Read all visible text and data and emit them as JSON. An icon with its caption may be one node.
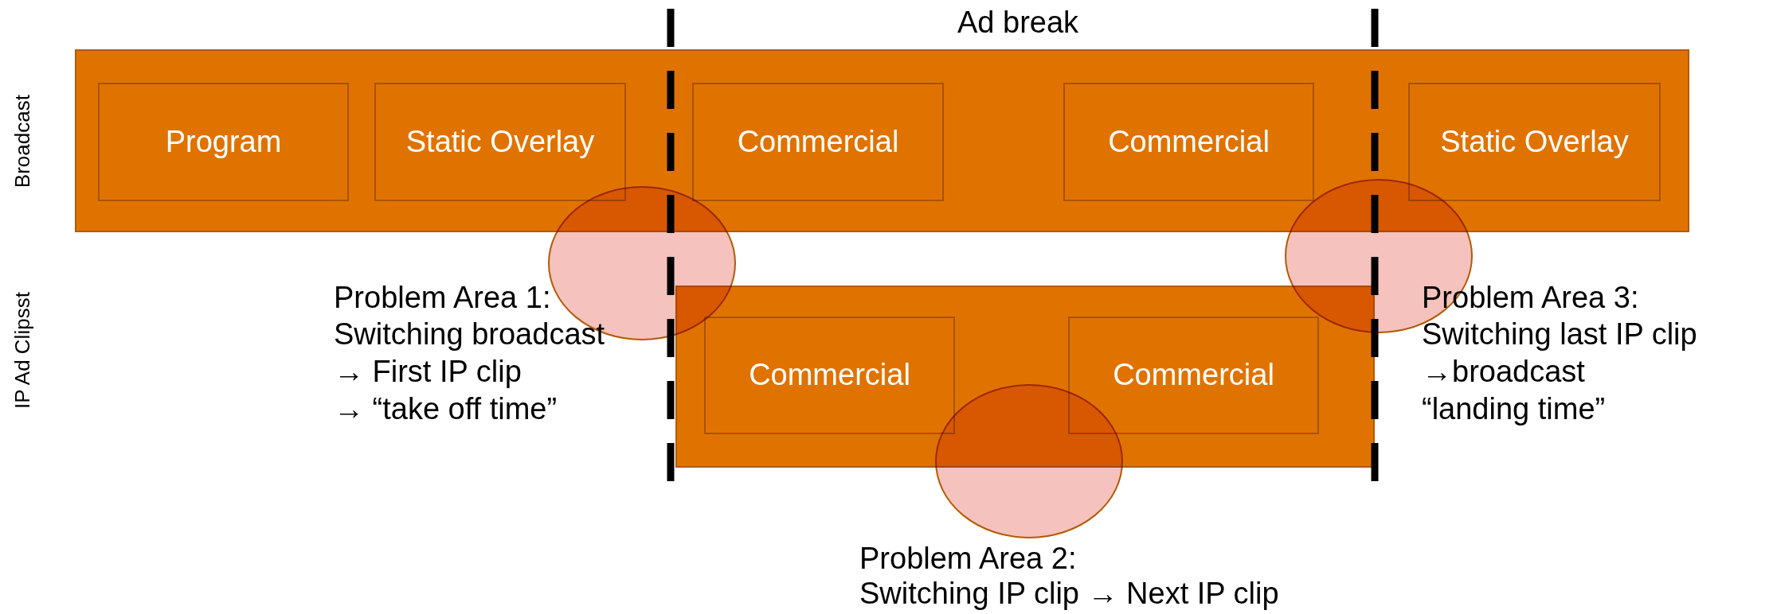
{
  "diagram": {
    "nodes": [
      {
        "text": [],
        "shape": "bar"
      },
      {
        "text": [
          "Program"
        ],
        "in": 0
      },
      {
        "text": [
          "Static Overlay"
        ],
        "in": 0
      },
      {
        "text": [
          "Commercial"
        ],
        "in": 0
      },
      {
        "text": [
          "Commercial"
        ],
        "in": 0
      },
      {
        "text": [
          "Static Overlay"
        ],
        "in": 0
      },
      {
        "text": [],
        "shape": "bar"
      },
      {
        "text": [
          "Commercial"
        ],
        "in": 6
      },
      {
        "text": [
          "Commercial"
        ],
        "in": 6
      }
    ],
    "labels": [
      "Ad break",
      "Broadcast",
      "IP Ad Clipsst",
      "Problem Area 1:",
      "Switching broadcast",
      "→ First IP clip",
      "→ “take off time”",
      "Problem Area 3:",
      "Switching last IP clip",
      "→broadcast",
      "“landing time”",
      "Problem Area 2:",
      "Switching IP clip → Next IP clip"
    ]
  }
}
